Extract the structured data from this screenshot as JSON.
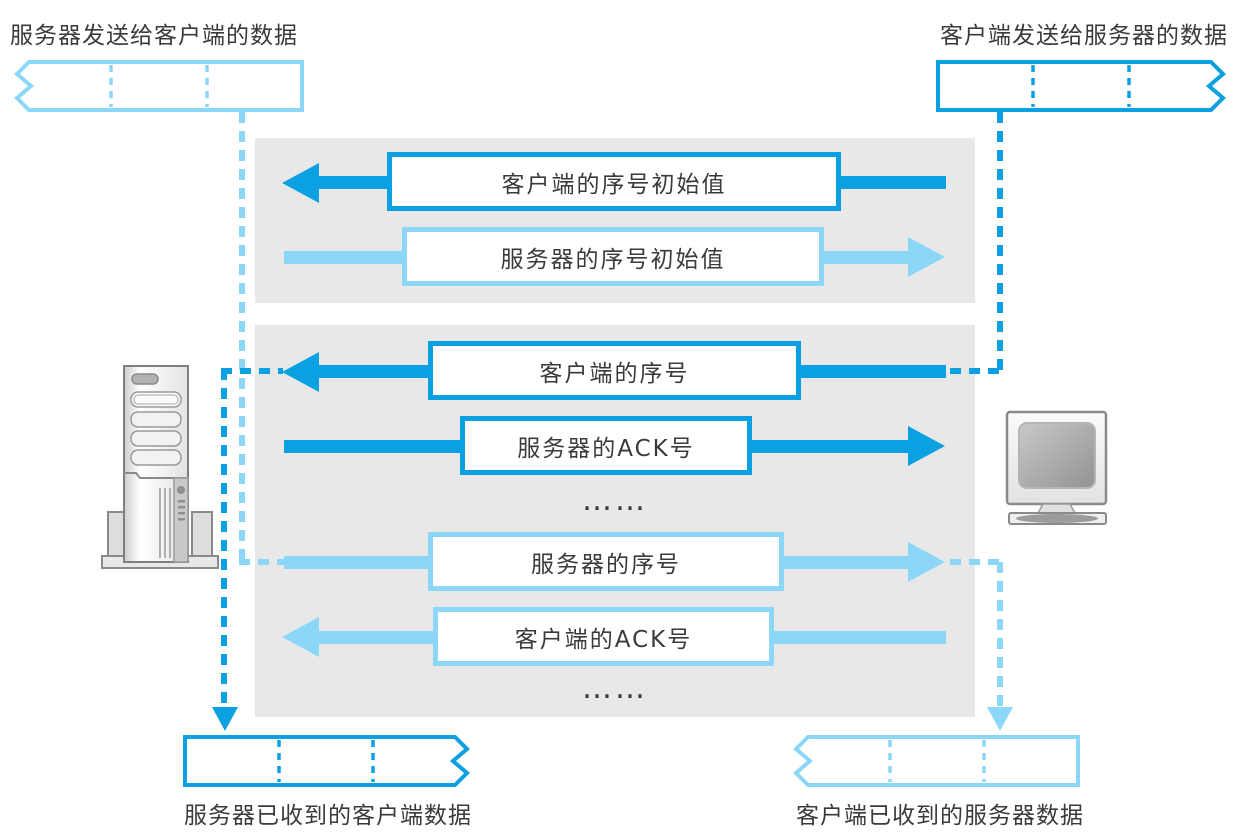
{
  "colors": {
    "dark_blue": "#0aa0e2",
    "light_blue": "#8cd7f7",
    "panel_gray": "#e8e8e8",
    "text_gray": "#3a3a3a"
  },
  "buffers": {
    "top_left": {
      "label": "服务器发送给客户端的数据"
    },
    "top_right": {
      "label": "客户端发送给服务器的数据"
    },
    "bottom_left": {
      "label": "服务器已收到的客户端数据"
    },
    "bottom_right": {
      "label": "客户端已收到的服务器数据"
    }
  },
  "arrows": [
    {
      "label": "客户端的序号初始值",
      "direction": "left",
      "tone": "dark"
    },
    {
      "label": "服务器的序号初始值",
      "direction": "right",
      "tone": "light"
    },
    {
      "label": "客户端的序号",
      "direction": "left",
      "tone": "dark"
    },
    {
      "label": "服务器的ACK号",
      "direction": "right",
      "tone": "dark"
    },
    {
      "label": "服务器的序号",
      "direction": "right",
      "tone": "light"
    },
    {
      "label": "客户端的ACK号",
      "direction": "left",
      "tone": "light"
    }
  ],
  "ellipsis": "……",
  "icons": {
    "left": "server-tower-icon",
    "right": "client-monitor-icon"
  }
}
